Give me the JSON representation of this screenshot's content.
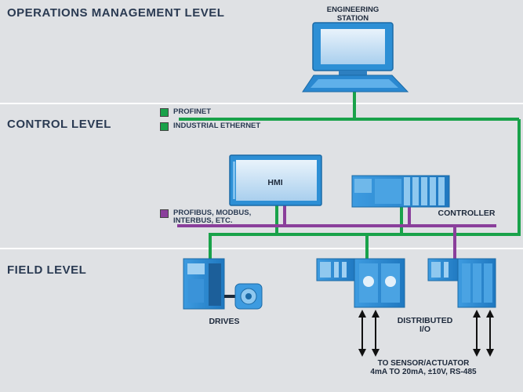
{
  "levels": {
    "operations": "OPERATIONS MANAGEMENT LEVEL",
    "control": "CONTROL LEVEL",
    "field": "FIELD LEVEL"
  },
  "legend": [
    {
      "label": "PROFINET",
      "color": "#19a24a"
    },
    {
      "label": "INDUSTRIAL ETHERNET",
      "color": "#19a24a"
    },
    {
      "label": "PROFIBUS, MODBUS,\nINTERBUS, ETC.",
      "color": "#8a3f9b"
    }
  ],
  "devices": {
    "engineering_station": "ENGINEERING\nSTATION",
    "hmi": "HMI",
    "controller": "CONTROLLER",
    "drives": "DRIVES",
    "distributed_io": "DISTRIBUTED\nI/O",
    "sensor_note": "TO SENSOR/ACTUATOR\n4mA TO 20mA, ±10V, RS-485"
  },
  "colors": {
    "ethernet": "#19a24a",
    "fieldbus": "#8a3f9b",
    "device_blue": "#2d8fd5",
    "background": "#dfe1e4"
  }
}
